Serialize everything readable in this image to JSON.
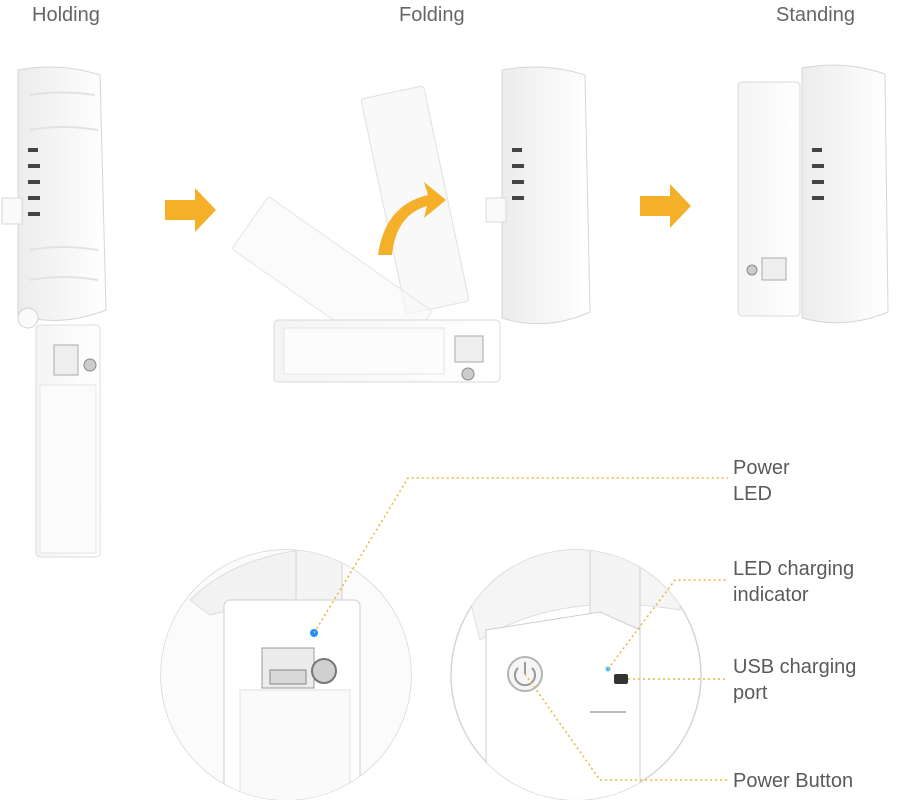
{
  "stages": {
    "holding": "Holding",
    "folding": "Folding",
    "standing": "Standing"
  },
  "callouts": {
    "power_led_line1": "Power",
    "power_led_line2": "LED",
    "led_indicator_line1": "LED charging",
    "led_indicator_line2": "indicator",
    "usb_port_line1": "USB charging",
    "usb_port_line2": "port",
    "power_button": "Power Button"
  },
  "colors": {
    "arrow": "#f5b02a",
    "callout_line": "#e9b53a",
    "led": "#1f8fff",
    "device": "#ffffff",
    "device_edge": "#d8d8d8"
  }
}
